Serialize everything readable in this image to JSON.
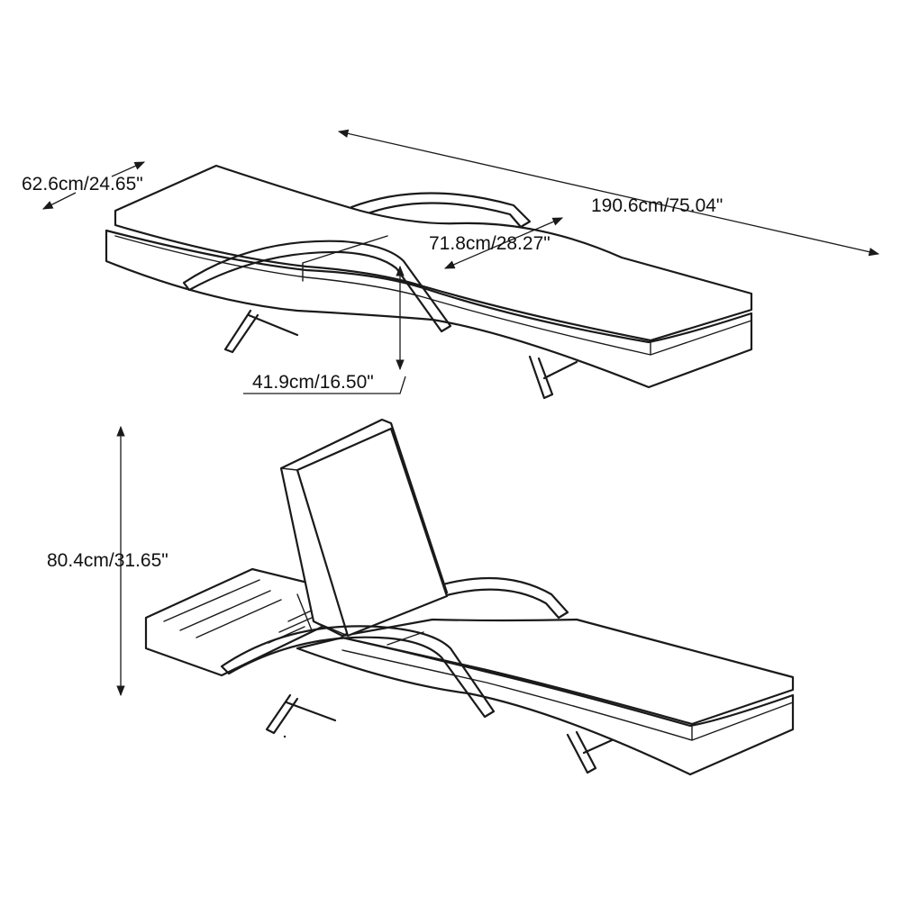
{
  "dimensions": {
    "width": "62.6cm/24.65\"",
    "length": "190.6cm/75.04\"",
    "armrest_gap": "71.8cm/28.27\"",
    "armrest_height": "41.9cm/16.50\"",
    "back_height": "80.4cm/31.65\""
  },
  "colors": {
    "line": "#1a1a1a",
    "background": "#ffffff"
  }
}
